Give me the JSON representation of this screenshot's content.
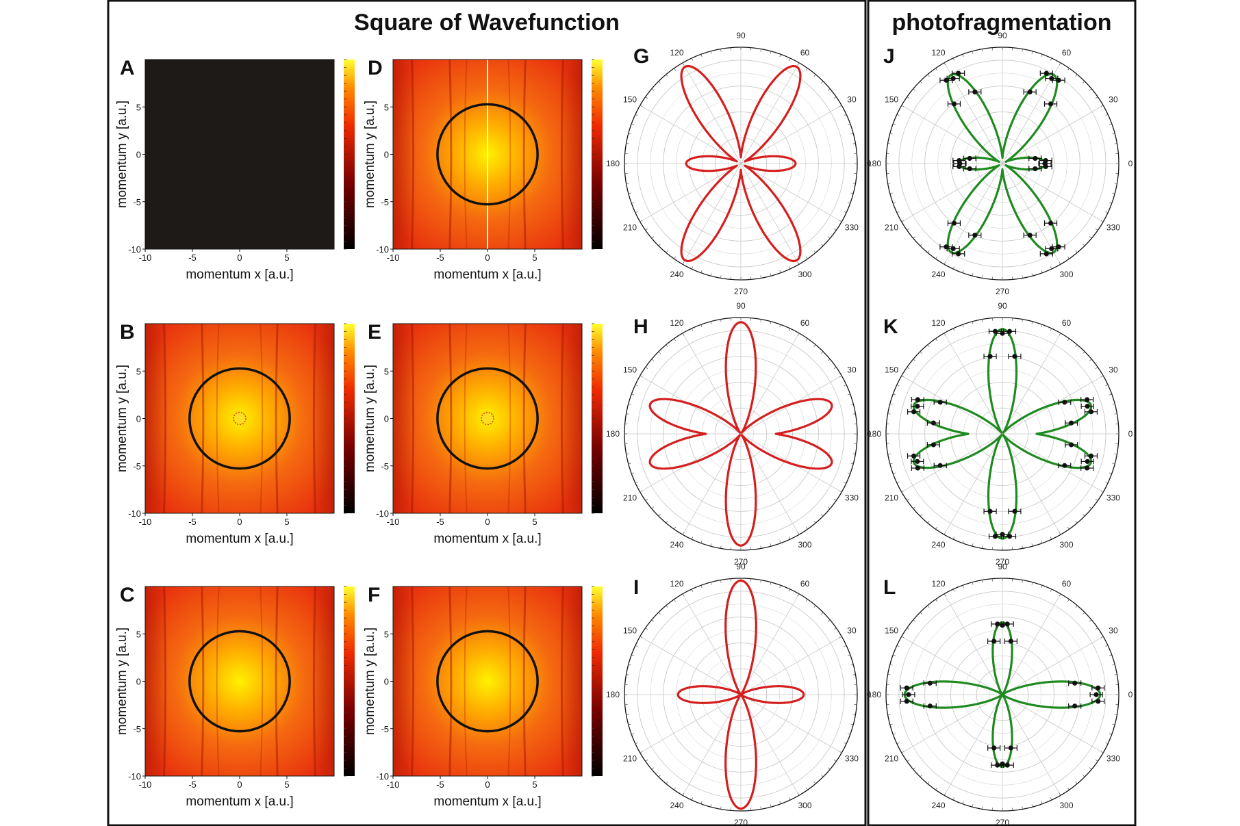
{
  "titles": {
    "left": "Square of Wavefunction",
    "right": "photofragmentation"
  },
  "colors": {
    "heatmap_bg": "#ee3a10",
    "heatmap_center": "#ffee00",
    "dark_panel": "#1d1a18",
    "ring": "#111111",
    "theory_curve": "#d51e1e",
    "experiment_curve": "#1f8a20",
    "data_points": "#111111",
    "frame": "#111111"
  },
  "heatmap_axes": {
    "xlabel": "momentum x [a.u.]",
    "ylabel": "momentum y [a.u.]",
    "xticks": [
      "-10",
      "-5",
      "0",
      "5"
    ],
    "yticks": [
      "5",
      "0",
      "-5",
      "-10"
    ]
  },
  "polar_angle_labels": [
    "0",
    "30",
    "60",
    "90",
    "120",
    "150",
    "180",
    "210",
    "240",
    "270",
    "300",
    "330"
  ],
  "chart_data": [
    {
      "panel": "A",
      "type": "heatmap",
      "xlabel": "momentum x [a.u.]",
      "ylabel": "momentum y [a.u.]",
      "xlim": [
        -10,
        10
      ],
      "ylim": [
        -10,
        10
      ],
      "state": "uniform dark",
      "ring_radius": null,
      "center_dot": false
    },
    {
      "panel": "B",
      "type": "heatmap",
      "xlabel": "momentum x [a.u.]",
      "ylabel": "momentum y [a.u.]",
      "xlim": [
        -10,
        10
      ],
      "ylim": [
        -10,
        10
      ],
      "ring_radius": 5.3,
      "center_dot": true,
      "split_line": false
    },
    {
      "panel": "C",
      "type": "heatmap",
      "xlabel": "momentum x [a.u.]",
      "ylabel": "momentum y [a.u.]",
      "xlim": [
        -10,
        10
      ],
      "ylim": [
        -10,
        10
      ],
      "ring_radius": 5.3,
      "center_dot": false,
      "split_line": false
    },
    {
      "panel": "D",
      "type": "heatmap",
      "xlabel": "momentum x [a.u.]",
      "ylabel": "momentum y [a.u.]",
      "xlim": [
        -10,
        10
      ],
      "ylim": [
        -10,
        10
      ],
      "ring_radius": 5.3,
      "center_dot": false,
      "split_line": true
    },
    {
      "panel": "E",
      "type": "heatmap",
      "xlabel": "momentum x [a.u.]",
      "ylabel": "momentum y [a.u.]",
      "xlim": [
        -10,
        10
      ],
      "ylim": [
        -10,
        10
      ],
      "ring_radius": 5.3,
      "center_dot": true,
      "split_line": false
    },
    {
      "panel": "F",
      "type": "heatmap",
      "xlabel": "momentum x [a.u.]",
      "ylabel": "momentum y [a.u.]",
      "xlim": [
        -10,
        10
      ],
      "ylim": [
        -10,
        10
      ],
      "ring_radius": 5.3,
      "center_dot": false,
      "split_line": false
    },
    {
      "panel": "G",
      "type": "polar",
      "curve": "theory",
      "lobes": [
        {
          "angle": 0,
          "length": 0.47
        },
        {
          "angle": 60,
          "length": 0.96
        },
        {
          "angle": 120,
          "length": 0.96
        },
        {
          "angle": 180,
          "length": 0.47
        },
        {
          "angle": 240,
          "length": 0.96
        },
        {
          "angle": 300,
          "length": 0.96
        }
      ]
    },
    {
      "panel": "H",
      "type": "polar",
      "curve": "theory",
      "lobes": [
        {
          "angle": 90,
          "length": 0.96
        },
        {
          "angle": 270,
          "length": 0.96
        },
        {
          "angle": 18,
          "length": 0.82
        },
        {
          "angle": -18,
          "length": 0.82
        },
        {
          "angle": 162,
          "length": 0.82
        },
        {
          "angle": 198,
          "length": 0.82
        }
      ]
    },
    {
      "panel": "I",
      "type": "polar",
      "curve": "theory",
      "lobes": [
        {
          "angle": 90,
          "length": 0.98
        },
        {
          "angle": 270,
          "length": 0.98
        },
        {
          "angle": 0,
          "length": 0.54
        },
        {
          "angle": 180,
          "length": 0.54
        }
      ]
    },
    {
      "panel": "J",
      "type": "polar",
      "curve": "experiment_fit_with_data",
      "lobes": [
        {
          "angle": 0,
          "length": 0.38
        },
        {
          "angle": 60,
          "length": 0.88
        },
        {
          "angle": 120,
          "length": 0.88
        },
        {
          "angle": 180,
          "length": 0.38
        },
        {
          "angle": 240,
          "length": 0.88
        },
        {
          "angle": 300,
          "length": 0.88
        }
      ]
    },
    {
      "panel": "K",
      "type": "polar",
      "curve": "experiment_fit_with_data",
      "lobes": [
        {
          "angle": 90,
          "length": 0.9
        },
        {
          "angle": 270,
          "length": 0.9
        },
        {
          "angle": 18,
          "length": 0.8
        },
        {
          "angle": -18,
          "length": 0.8
        },
        {
          "angle": 162,
          "length": 0.8
        },
        {
          "angle": 198,
          "length": 0.8
        }
      ]
    },
    {
      "panel": "L",
      "type": "polar",
      "curve": "experiment_fit_with_data",
      "lobes": [
        {
          "angle": 90,
          "length": 0.62
        },
        {
          "angle": 270,
          "length": 0.62
        },
        {
          "angle": 0,
          "length": 0.84
        },
        {
          "angle": 180,
          "length": 0.84
        }
      ]
    }
  ]
}
